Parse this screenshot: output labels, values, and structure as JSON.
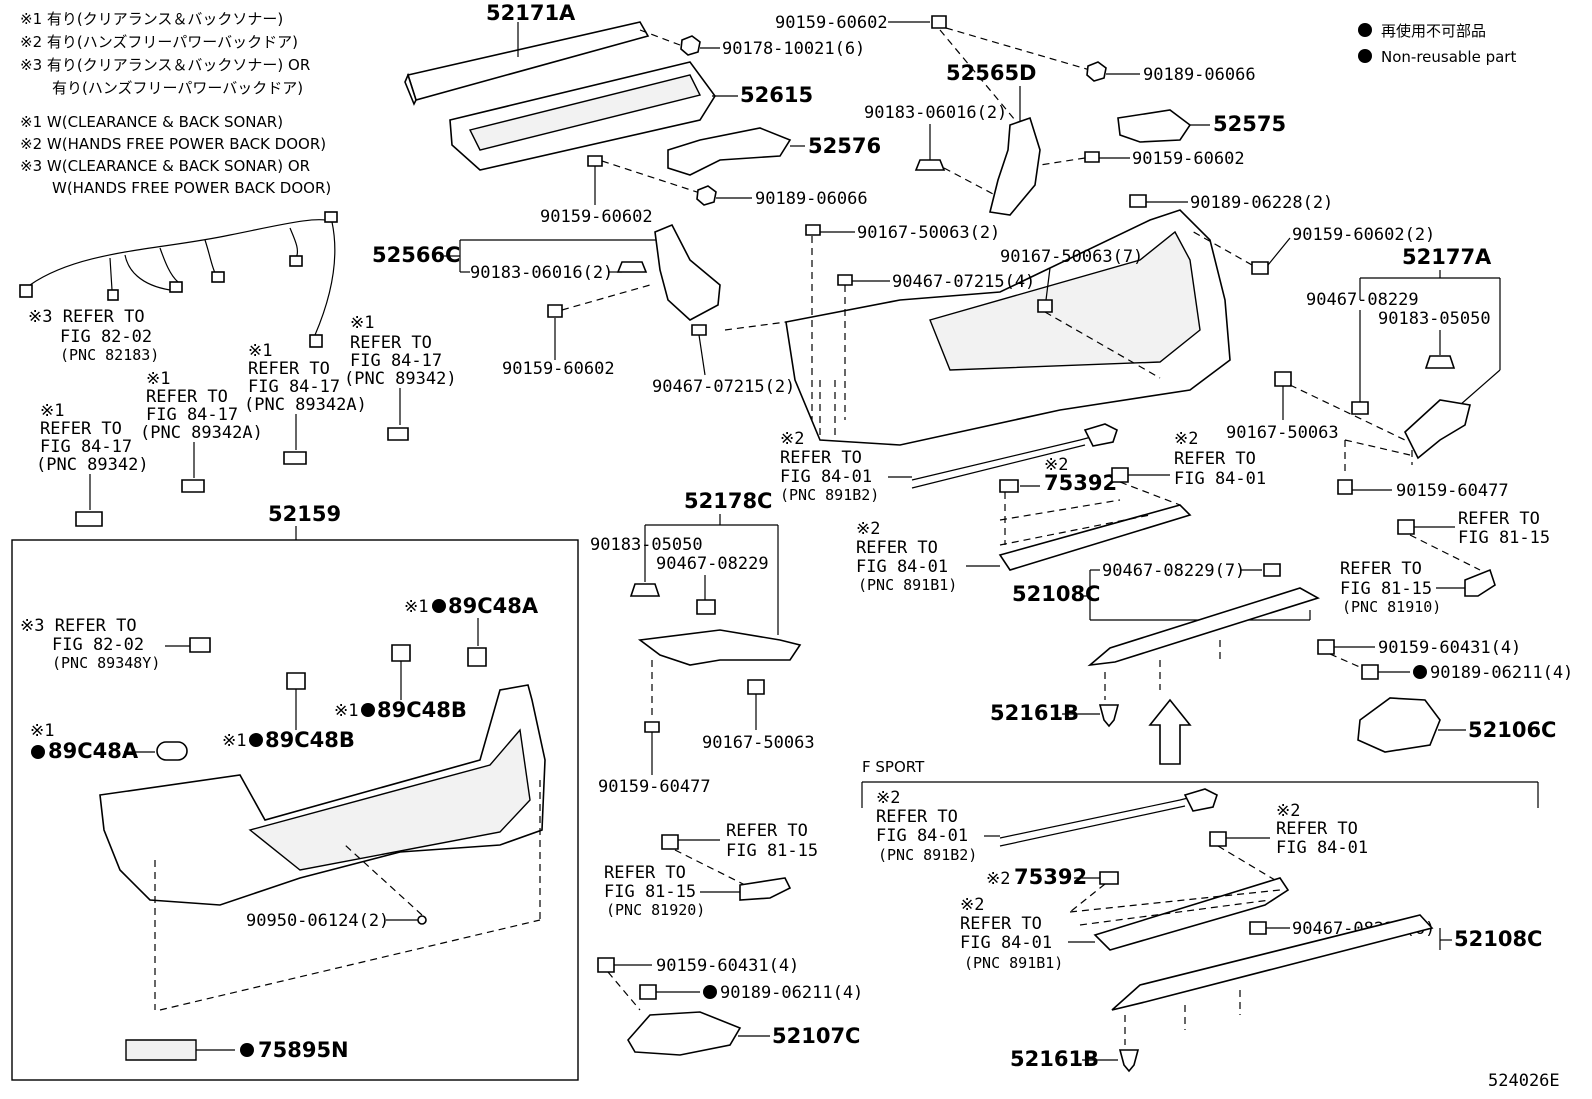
{
  "notes": {
    "jp": [
      "※1 有り(クリアランス＆バックソナー)",
      "※2 有り(ハンズフリーパワーバックドア)",
      "※3 有り(クリアランス＆バックソナー) OR",
      "有り(ハンズフリーパワーバックドア)"
    ],
    "en": [
      "※1 W(CLEARANCE & BACK SONAR)",
      "※2 W(HANDS FREE POWER BACK DOOR)",
      "※3 W(CLEARANCE & BACK SONAR) OR",
      "W(HANDS FREE POWER BACK DOOR)"
    ]
  },
  "legend": {
    "jp": "再使用不可部品",
    "en": "Non-reusable part"
  },
  "figure_id": "524026E",
  "section": {
    "f_sport": "F SPORT"
  },
  "parts": {
    "p52171A": "52171A",
    "p90178_10021": "90178-10021(6)",
    "p90159_60602_a": "90159-60602",
    "p90189_06066_a": "90189-06066",
    "p52615": "52615",
    "p52565D": "52565D",
    "p90183_06016_2a": "90183-06016(2)",
    "p52575": "52575",
    "p52576": "52576",
    "p90159_60602_b": "90159-60602",
    "p90159_60602_c": "90159-60602",
    "p90189_06066_b": "90189-06066",
    "p90189_06228": "90189-06228(2)",
    "p90167_50063_2": "90167-50063(2)",
    "p90159_60602_2": "90159-60602(2)",
    "p52566C": "52566C",
    "p90183_06016_2b": "90183-06016(2)",
    "p90167_50063_7": "90167-50063(7)",
    "p90467_07215_4": "90467-07215(4)",
    "p52177A": "52177A",
    "p90467_08229_a": "90467-08229",
    "p90183_05050_a": "90183-05050",
    "p90159_60602_d": "90159-60602",
    "p90467_07215_2": "90467-07215(2)",
    "p90167_50063_a": "90167-50063",
    "p90159_60477_a": "90159-60477",
    "p75392_a": "75392",
    "p52178C": "52178C",
    "p90183_05050_b": "90183-05050",
    "p90467_08229_b": "90467-08229",
    "p52108C_a": "52108C",
    "p90467_08229_7": "90467-08229(7)",
    "p52159": "52159",
    "p89C48A_a": "89C48A",
    "p89C48B_a": "89C48B",
    "p89C48B_b": "89C48B",
    "p89C48A_b": "89C48A",
    "p52161B_a": "52161B",
    "p90167_50063_b": "90167-50063",
    "p90159_60477_b": "90159-60477",
    "p90159_60431_a": "90159-60431(4)",
    "p90189_06211_a": "90189-06211(4)",
    "p52106C": "52106C",
    "p90950_06124": "90950-06124(2)",
    "p75392_b": "75392",
    "p52108C_b": "52108C",
    "p90467_08229_6": "90467-08229(6)",
    "p90159_60431_b": "90159-60431(4)",
    "p90189_06211_b": "90189-06211(4)",
    "p52107C": "52107C",
    "p75895N": "75895N",
    "p52161B_b": "52161B"
  },
  "refs": {
    "r1": [
      "※3 REFER TO",
      "FIG 82-02",
      "(PNC 82183)"
    ],
    "r2": [
      "※1",
      "REFER TO",
      "FIG 84-17",
      "(PNC 89342)"
    ],
    "r3": [
      "※1",
      "REFER TO",
      "FIG 84-17",
      "(PNC 89342A)"
    ],
    "r4": [
      "※1",
      "REFER TO",
      "FIG 84-17",
      "(PNC 89342A)"
    ],
    "r5": [
      "※1",
      "REFER TO",
      "FIG 84-17",
      "(PNC 89342)"
    ],
    "r6": [
      "※2",
      "REFER TO",
      "FIG 84-01",
      "(PNC 891B2)"
    ],
    "r7": [
      "※2",
      "REFER TO",
      "FIG 84-01"
    ],
    "r8": [
      "REFER TO",
      "FIG 81-15"
    ],
    "r9": [
      "REFER TO",
      "FIG 81-15",
      "(PNC 81910)"
    ],
    "r10": [
      "※2",
      "REFER TO",
      "FIG 84-01",
      "(PNC 891B1)"
    ],
    "r11": [
      "※3 REFER TO",
      "FIG 82-02",
      "(PNC 89348Y)"
    ],
    "r12": [
      "REFER TO",
      "FIG 81-15"
    ],
    "r13": [
      "REFER TO",
      "FIG 81-15",
      "(PNC 81920)"
    ],
    "r14": [
      "※2",
      "REFER TO",
      "FIG 84-01",
      "(PNC 891B2)"
    ],
    "r15": [
      "※2",
      "REFER TO",
      "FIG 84-01"
    ],
    "r16": [
      "※2",
      "REFER TO",
      "FIG 84-01",
      "(PNC 891B1)"
    ]
  },
  "marks": {
    "m1": "※1",
    "m2": "※1",
    "m3": "※1",
    "m4": "※1",
    "m5": "※2",
    "m6": "※2"
  }
}
